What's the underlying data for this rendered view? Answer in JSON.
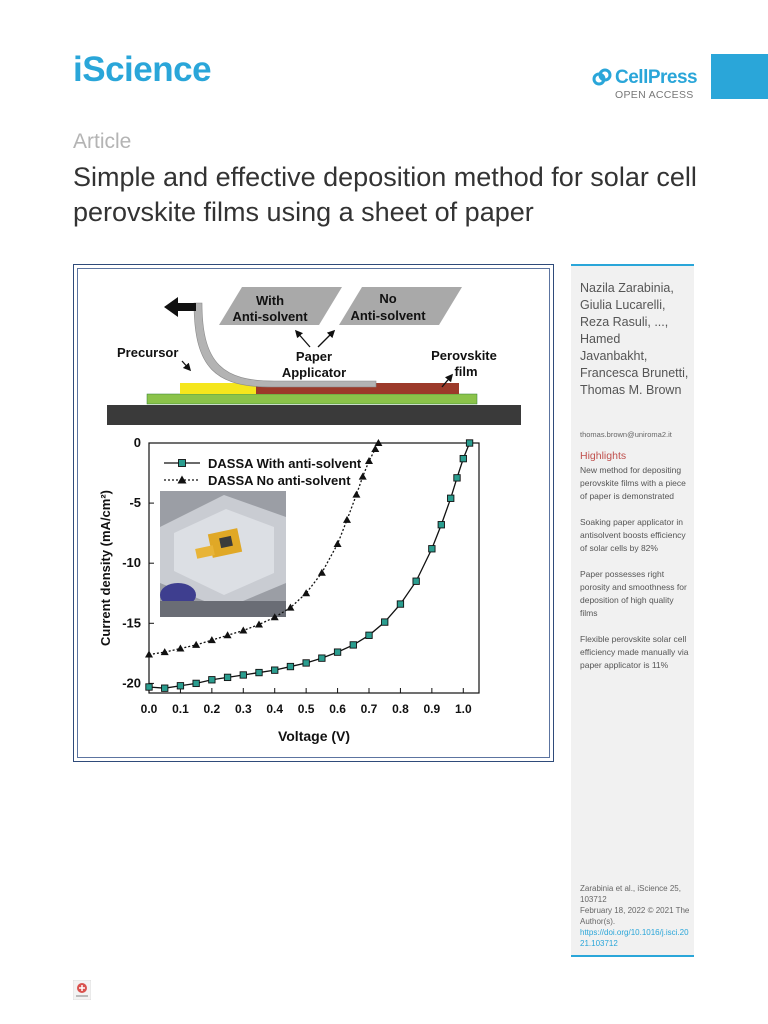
{
  "header": {
    "journal": "iScience",
    "publisher": "CellPress",
    "access": "OPEN ACCESS"
  },
  "article": {
    "type": "Article",
    "title": "Simple and effective deposition method for solar cell perovskite films using a sheet of paper"
  },
  "schematic": {
    "with_label_1": "With",
    "with_label_2": "Anti-solvent",
    "no_label_1": "No",
    "no_label_2": "Anti-solvent",
    "precursor": "Precursor",
    "paper_1": "Paper",
    "paper_2": "Applicator",
    "perov_1": "Perovskite",
    "perov_2": "film",
    "colors": {
      "gray": "#aaaaaa",
      "yellow": "#f5e61c",
      "brown": "#9c3a2a",
      "green": "#8bc34a",
      "dark": "#3a3a3a"
    }
  },
  "chart_data": {
    "type": "line",
    "xlabel": "Voltage (V)",
    "ylabel": "Current density (mA/cm²)",
    "xlim": [
      0.0,
      1.05
    ],
    "ylim": [
      -20.8,
      0
    ],
    "xticks": [
      "0.0",
      "0.1",
      "0.2",
      "0.3",
      "0.4",
      "0.5",
      "0.6",
      "0.7",
      "0.8",
      "0.9",
      "1.0"
    ],
    "yticks": [
      "0",
      "-5",
      "-10",
      "-15",
      "-20"
    ],
    "legend_position": "top-left",
    "series": [
      {
        "name": "DASSA With anti-solvent",
        "marker": "square",
        "line": "solid",
        "marker_color": "#2a9d8f",
        "x": [
          0.0,
          0.05,
          0.1,
          0.15,
          0.2,
          0.25,
          0.3,
          0.35,
          0.4,
          0.45,
          0.5,
          0.55,
          0.6,
          0.65,
          0.7,
          0.75,
          0.8,
          0.85,
          0.9,
          0.93,
          0.96,
          0.98,
          1.0,
          1.02
        ],
        "y": [
          -20.3,
          -20.4,
          -20.2,
          -20.0,
          -19.7,
          -19.5,
          -19.3,
          -19.1,
          -18.9,
          -18.6,
          -18.3,
          -17.9,
          -17.4,
          -16.8,
          -16.0,
          -14.9,
          -13.4,
          -11.5,
          -8.8,
          -6.8,
          -4.6,
          -2.9,
          -1.3,
          0.0
        ]
      },
      {
        "name": "DASSA No anti-solvent",
        "marker": "triangle",
        "line": "dotted",
        "marker_color": "#111111",
        "x": [
          0.0,
          0.05,
          0.1,
          0.15,
          0.2,
          0.25,
          0.3,
          0.35,
          0.4,
          0.45,
          0.5,
          0.55,
          0.6,
          0.63,
          0.66,
          0.68,
          0.7,
          0.72,
          0.73
        ],
        "y": [
          -17.6,
          -17.4,
          -17.1,
          -16.8,
          -16.4,
          -16.0,
          -15.6,
          -15.1,
          -14.5,
          -13.7,
          -12.5,
          -10.8,
          -8.4,
          -6.4,
          -4.3,
          -2.8,
          -1.5,
          -0.5,
          0.0
        ]
      }
    ]
  },
  "sidebar": {
    "authors": "Nazila Zarabinia, Giulia Lucarelli, Reza Rasuli, ..., Hamed Javanbakht, Francesca Brunetti, Thomas M. Brown",
    "email": "thomas.brown@uniroma2.it",
    "highlights_title": "Highlights",
    "highlights": [
      "New method for depositing perovskite films with a piece of paper is demonstrated",
      "Soaking paper applicator in antisolvent boosts efficiency of solar cells by 82%",
      "Paper possesses right porosity and smoothness for deposition of high quality films",
      "Flexible perovskite solar cell efficiency made manually via paper applicator is 11%"
    ],
    "citation": "Zarabinia et al., iScience 25, 103712",
    "date": "February 18, 2022 © 2021 The Author(s).",
    "doi": "https://doi.org/10.1016/j.isci.2021.103712"
  }
}
